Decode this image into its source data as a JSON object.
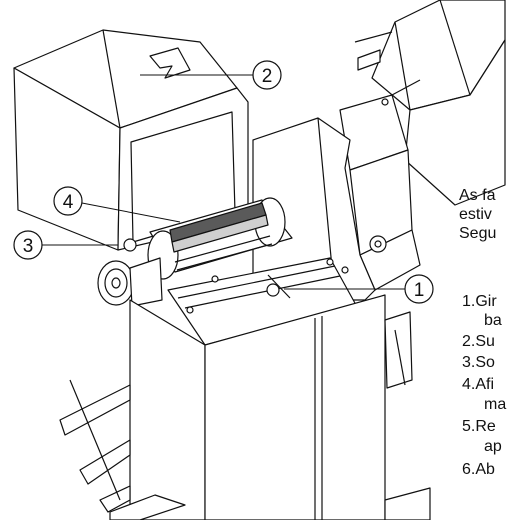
{
  "callouts": [
    {
      "id": "1",
      "label": "1"
    },
    {
      "id": "2",
      "label": "2"
    },
    {
      "id": "3",
      "label": "3"
    },
    {
      "id": "4",
      "label": "4"
    }
  ],
  "side_text": {
    "intro": [
      "As fa",
      "estiv",
      "Segu"
    ],
    "steps": [
      "1.Gir",
      "ba",
      "2.Su",
      "3.So",
      "4.Afi",
      "ma",
      "5.Re",
      "ap",
      "6.Ab"
    ]
  },
  "colors": {
    "ink": "#111111",
    "shade_light": "#cfcfcf",
    "shade_dark": "#5a5a5a",
    "paper": "#ffffff"
  }
}
